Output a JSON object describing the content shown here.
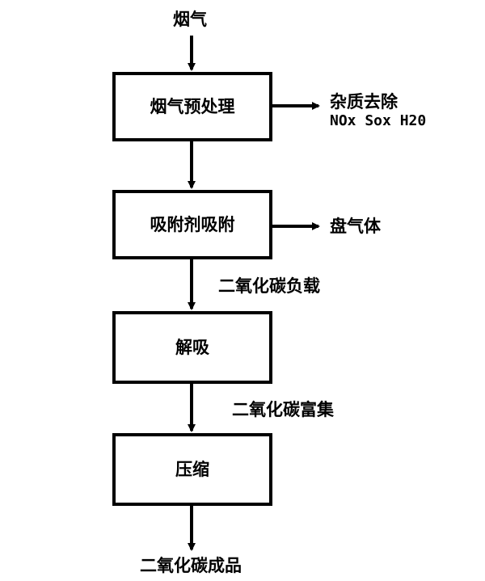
{
  "input_label": "烟气",
  "steps": [
    {
      "label": "烟气预处理"
    },
    {
      "label": "吸附剂吸附"
    },
    {
      "label": "解吸"
    },
    {
      "label": "压缩"
    }
  ],
  "side_outputs": {
    "impurity_title": "杂质去除",
    "impurity_detail": "NOx Sox H20",
    "tail_gas": "盘气体"
  },
  "flow_labels": {
    "co2_loaded": "二氧化碳负载",
    "co2_enriched": "二氧化碳富集"
  },
  "final_output": "二氧化碳成品",
  "colors": {
    "stroke": "#000000",
    "background": "#ffffff"
  }
}
